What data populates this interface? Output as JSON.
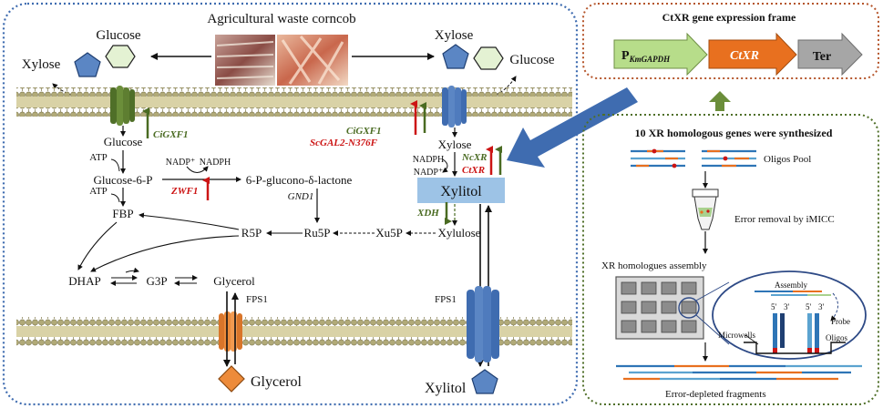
{
  "left_panel": {
    "title": "Agricultural waste corncob",
    "sugars": {
      "glucose_top": "Glucose",
      "xylose_out_left": "Xylose",
      "xylose_top": "Xylose",
      "glucose_out_right": "Glucose"
    },
    "transporters": {
      "ci_gxf1_left": "CiGXF1",
      "ci_gxf1_right": "CiGXF1",
      "sc_gal2": "ScGAL2-N376F",
      "fps1_left": "FPS1",
      "fps1_right": "FPS1"
    },
    "metabolites": {
      "glucose": "Glucose",
      "atp1": "ATP",
      "glucose_6p": "Glucose-6-P",
      "nadp_plus": "NADP⁺",
      "nadph": "NADPH",
      "zwf1": "ZWF1",
      "lactone": "6-P-glucono-δ-lactone",
      "gnd1": "GND1",
      "atp2": "ATP",
      "fbp": "FBP",
      "r5p": "R5P",
      "ru5p": "Ru5P",
      "xu5p": "Xu5P",
      "xylulose": "Xylulose",
      "dhap": "DHAP",
      "g3p": "G3P",
      "glycerol": "Glycerol",
      "xylose_in": "Xylose",
      "nadph_r": "NADPH",
      "nadp_plus_r": "NADP⁺",
      "ncxr": "NcXR",
      "ctxr": "CtXR",
      "xylitol_box": "Xylitol",
      "xdh": "XDH",
      "glycerol_out": "Glycerol",
      "xylitol_out": "Xylitol"
    }
  },
  "right_top": {
    "title": "CtXR gene expression frame",
    "promoter": "P",
    "promoter_sub": "KmGAPDH",
    "gene": "CtXR",
    "terminator": "Ter"
  },
  "right_bottom": {
    "title": "10 XR homologous genes were synthesized",
    "oligos_pool": "Oligos Pool",
    "error_removal": "Error removal by iMICC",
    "assembly_title": "XR homologues assembly",
    "assembly": "Assembly",
    "microwells": "Microwells",
    "oligos": "Oligos",
    "probe": "Probe",
    "five_prime_1": "5'",
    "three_prime_1": "3'",
    "five_prime_2": "5'",
    "three_prime_2": "3'",
    "error_depleted": "Error-depleted fragments"
  },
  "colors": {
    "left_border": "#3f6cb0",
    "top_border": "#b5552b",
    "bottom_border": "#4f6f28",
    "membrane": "#a7a070",
    "green_transporter": "#6b8e3a",
    "blue_transporter": "#5b86c4",
    "orange_transporter": "#ed8b3a",
    "promoter": "#b7dd8a",
    "gene": "#e8701f",
    "terminator": "#a6a6a6",
    "xylitol_box": "#9dc3e6"
  },
  "icons": [
    "glucose-hexagon-icon",
    "xylose-pentagon-icon",
    "glycerol-diamond-icon",
    "xylitol-pentagon-icon",
    "filter-tube-icon",
    "microwell-plate-icon"
  ]
}
